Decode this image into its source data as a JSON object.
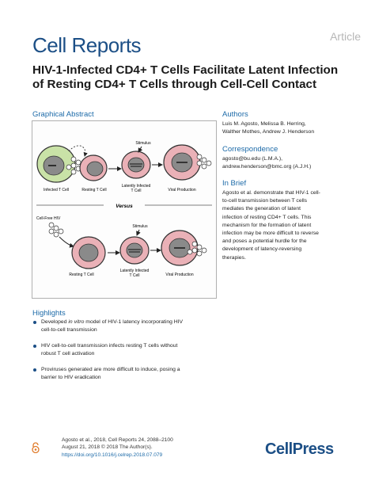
{
  "header": {
    "journal": "Cell Reports",
    "article_type": "Article"
  },
  "title": "HIV-1-Infected CD4+ T Cells Facilitate Latent Infection of Resting CD4+ T Cells through Cell-Cell Contact",
  "graphical_abstract": {
    "heading": "Graphical Abstract",
    "top": {
      "infected_label": "Infected T Cell",
      "resting_label": "Resting T Cell",
      "stimulus_label": "Stimulus",
      "latent_label_1": "Latently Infected",
      "latent_label_2": "T Cell",
      "viral_label": "Viral Production"
    },
    "versus": "Versus",
    "bottom": {
      "cellfree_label": "Cell-Free HIV",
      "resting_label": "Resting T Cell",
      "stimulus_label": "Stimulus",
      "latent_label_1": "Latently Infected",
      "latent_label_2": "T Cell",
      "viral_label": "Viral Production"
    },
    "colors": {
      "infected_green": "#c9e2a7",
      "resting_pink": "#eab1b7",
      "nucleus_grey": "#8a8a8a",
      "background": "#fdfdfd"
    }
  },
  "authors": {
    "heading": "Authors",
    "names_line1": "Luis M. Agosto, Melissa B. Herring,",
    "names_line2": "Walther Mothes, Andrew J. Henderson"
  },
  "correspondence": {
    "heading": "Correspondence",
    "line1": "agosto@bu.edu (L.M.A.),",
    "line2": "andrew.henderson@bmc.org (A.J.H.)"
  },
  "in_brief": {
    "heading": "In Brief",
    "lines": [
      "Agosto et al. demonstrate that HIV-1 cell-",
      "to-cell transmission between T cells",
      "mediates the generation of latent",
      "infection of resting CD4+ T cells. This",
      "mechanism for the formation of latent",
      "infection may be more difficult to reverse",
      "and poses a potential hurdle for the",
      "development of latency-reversing",
      "therapies."
    ]
  },
  "highlights": {
    "heading": "Highlights",
    "item1_line1_pre": "Developed ",
    "item1_line1_em": "in vitro",
    "item1_line1_post": " model of HIV-1 latency incorporating HIV",
    "item1_line2": "cell-to-cell transmission",
    "item2_line1": "HIV cell-to-cell transmission infects resting T cells without",
    "item2_line2": "robust T cell activation",
    "item3_line1": "Proviruses generated are more difficult to induce, posing a",
    "item3_line2": "barrier to HIV eradication"
  },
  "footer": {
    "citation_line1": "Agosto et al., 2018, Cell Reports 24, 2088–2100",
    "citation_line2": "August 21, 2018 © 2018 The Author(s).",
    "doi": "https://doi.org/10.1016/j.celrep.2018.07.079",
    "publisher": "CellPress"
  }
}
